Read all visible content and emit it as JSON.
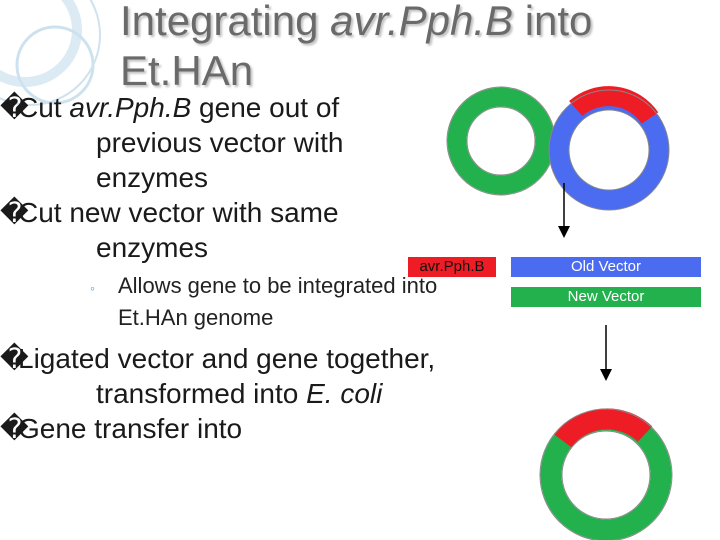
{
  "slide": {
    "title_line1_prefix": "Integrating ",
    "title_line1_italic": "avr.Pph.B",
    "title_line1_suffix": " into",
    "title_line2": "Et.HAn"
  },
  "bullets": [
    {
      "mark": "�",
      "text_prefix": "Cut ",
      "text_italic": "avr.Pph.B",
      "text_suffix": " gene out of previous vector with enzymes"
    },
    {
      "mark": "�",
      "text": "Cut new vector with same enzymes"
    },
    {
      "mark": "◦",
      "text": "Allows gene to be integrated into Et.HAn genome"
    },
    {
      "mark": "�",
      "text": "Ligated vector and gene together, transformed into ",
      "text_italic": "E. coli"
    },
    {
      "mark": "�",
      "text": "Gene transfer into"
    }
  ],
  "legend": {
    "gene_label": "avr.Pph.B",
    "old_vector_label": "Old Vector",
    "new_vector_label": "New Vector"
  },
  "colors": {
    "gene_red": "#ee1c25",
    "old_vector_blue": "#4b6cf0",
    "new_vector_green": "#22b14c",
    "title_gray": "#6a6a6a",
    "deco_blue": "#a8cde0"
  }
}
